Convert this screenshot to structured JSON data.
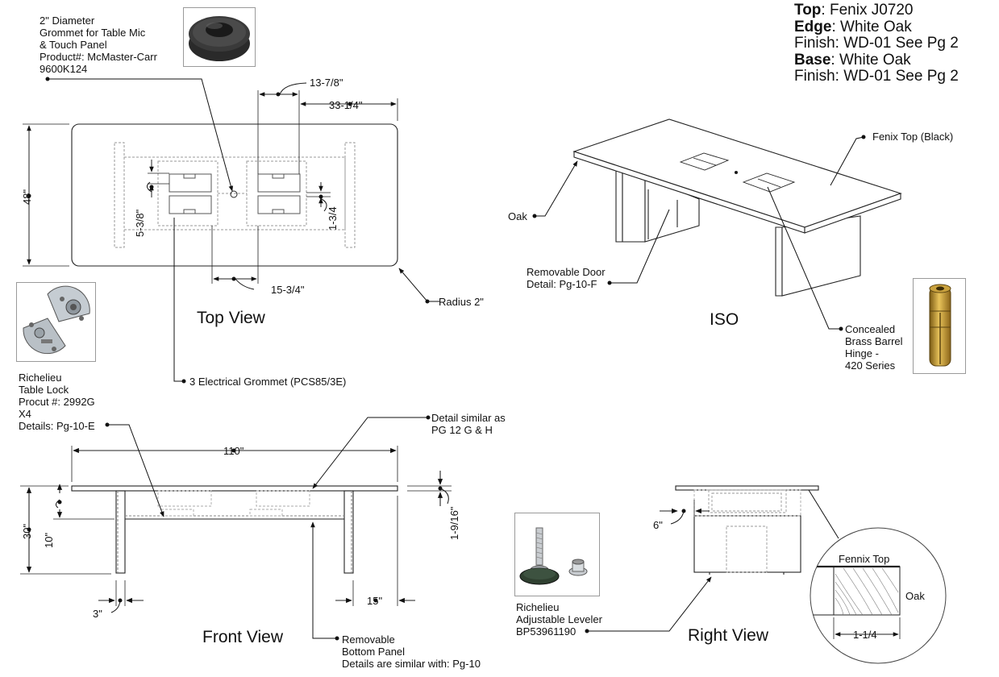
{
  "specs": [
    {
      "key": "Top",
      "value": ": Fenix J0720"
    },
    {
      "key": "Edge",
      "value": ": White Oak"
    },
    {
      "key": "",
      "value": "Finish: WD-01 See Pg 2"
    },
    {
      "key": "Base",
      "value": ": White Oak"
    },
    {
      "key": "",
      "value": "Finish: WD-01 See Pg 2"
    }
  ],
  "views": {
    "top": "Top View",
    "iso": "ISO",
    "front": "Front View",
    "right": "Right View"
  },
  "callouts": {
    "grommet": "2\" Diameter\nGrommet for Table Mic\n& Touch Panel\nProduct#: McMaster-Carr\n                9600K124",
    "radius": "Radius 2\"",
    "electrical": "3 Electrical Grommet (PCS85/3E)",
    "lock": "Richelieu\nTable Lock\nProcut #: 2992G\nX4\nDetails: Pg-10-E",
    "fenix_top": "Fenix Top (Black)",
    "oak": "Oak",
    "door": "Removable Door\nDetail: Pg-10-F",
    "hinge": "Concealed\nBrass Barrel\nHinge -\n420 Series",
    "detail_similar": "Detail similar as\nPG 12 G & H",
    "bottom_panel": "Removable\nBottom Panel\nDetails are similar with: Pg-10",
    "leveler": "Richelieu\nAdjustable Leveler\nBP53961190",
    "fennix_top": "Fennix Top",
    "oak_detail": "Oak"
  },
  "dimensions": {
    "d13_7_8": "13-7/8\"",
    "d33_1_4": "33-1/4\"",
    "d48": "48\"",
    "d5_3_8": "5-3/8\"",
    "d1_3_4": "1-3/4",
    "d15_3_4": "15-3/4\"",
    "d110": "110\"",
    "d30": "30\"",
    "d10": "10\"",
    "d1_9_16": "1-9/16\"",
    "d3": "3\"",
    "d15": "15\"",
    "d6": "6\"",
    "d1_1_4": "1-1/4"
  },
  "icons": [
    "grommet-photo",
    "table-lock-photo",
    "barrel-hinge-photo",
    "leveler-photo"
  ]
}
